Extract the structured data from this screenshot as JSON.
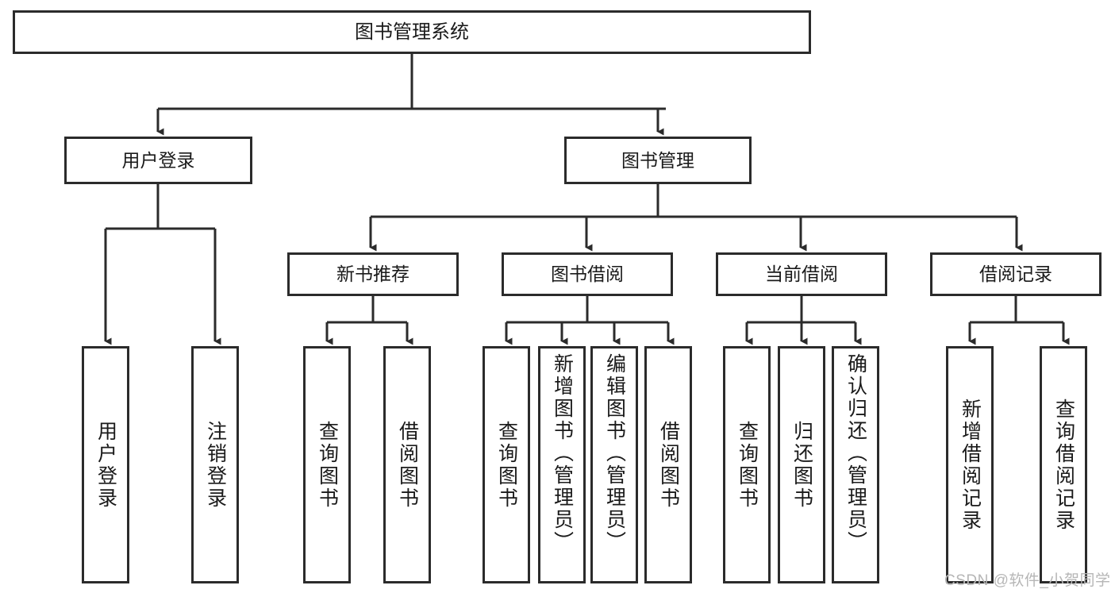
{
  "diagram": {
    "title": "图书管理系统",
    "type": "tree-hierarchy",
    "root": {
      "label": "图书管理系统"
    },
    "level2": [
      {
        "label": "用户登录"
      },
      {
        "label": "图书管理"
      }
    ],
    "level3": [
      {
        "label": "新书推荐"
      },
      {
        "label": "图书借阅"
      },
      {
        "label": "当前借阅"
      },
      {
        "label": "借阅记录"
      }
    ],
    "leaves": {
      "user_login": [
        {
          "label": "用户登录"
        },
        {
          "label": "注销登录"
        }
      ],
      "new_book_recommend": [
        {
          "label": "查询图书"
        },
        {
          "label": "借阅图书"
        }
      ],
      "book_borrow": [
        {
          "label": "查询图书"
        },
        {
          "label": "新增图书（管理员）"
        },
        {
          "label": "编辑图书（管理员）"
        },
        {
          "label": "借阅图书"
        }
      ],
      "current_borrow": [
        {
          "label": "查询图书"
        },
        {
          "label": "归还图书"
        },
        {
          "label": "确认归还（管理员）"
        }
      ],
      "borrow_record": [
        {
          "label": "新增借阅记录"
        },
        {
          "label": "查询借阅记录"
        }
      ]
    }
  },
  "watermark": {
    "text": "CSDN @软件_小贺同学"
  },
  "colors": {
    "border": "#2b2b2b",
    "background": "#ffffff",
    "text": "#1a1a1a",
    "watermark": "#b6b6b6"
  }
}
